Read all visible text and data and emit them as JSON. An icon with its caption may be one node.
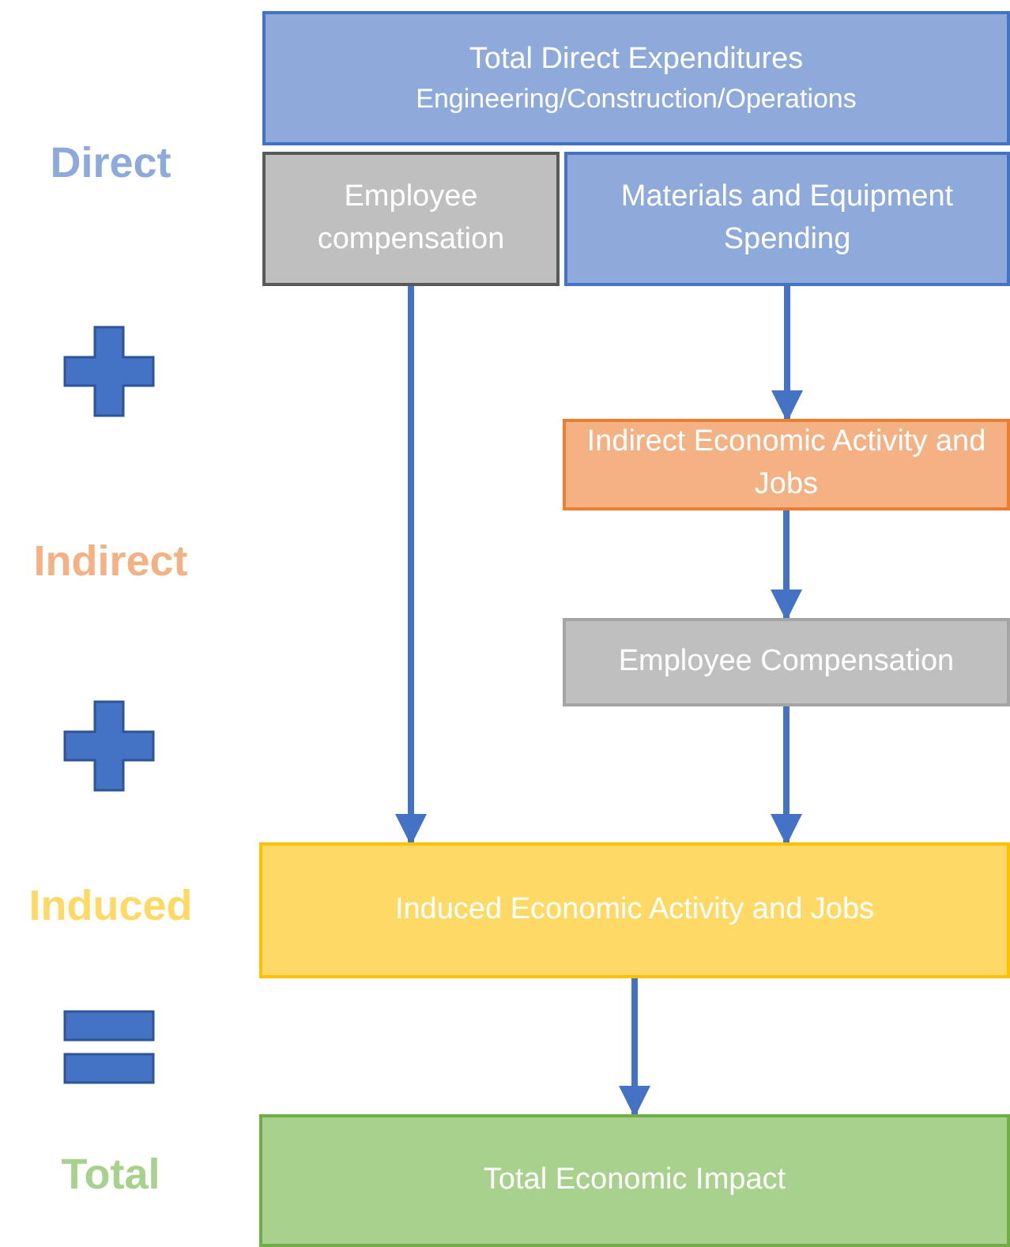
{
  "diagram": {
    "nodes": [
      {
        "text": [
          "Total Direct Expenditures",
          "Engineering/Construction/Operations"
        ]
      },
      {
        "text": [
          "Employee compensation"
        ]
      },
      {
        "text": [
          "Materials and Equipment Spending"
        ]
      },
      {
        "text": [
          "Indirect Economic Activity and Jobs"
        ]
      },
      {
        "text": [
          "Employee Compensation"
        ]
      },
      {
        "text": [
          "Induced Economic Activity and Jobs"
        ]
      },
      {
        "text": [
          "Total Economic Impact"
        ]
      }
    ],
    "edges": [
      {
        "from": 2,
        "to": 3,
        "arrow": "to"
      },
      {
        "from": 3,
        "to": 4,
        "arrow": "to"
      },
      {
        "from": 1,
        "to": 5,
        "arrow": "to"
      },
      {
        "from": 4,
        "to": 5,
        "arrow": "to"
      },
      {
        "from": 5,
        "to": 6,
        "arrow": "to"
      }
    ],
    "labels": [
      "Direct",
      "Indirect",
      "Induced",
      "Total"
    ]
  }
}
